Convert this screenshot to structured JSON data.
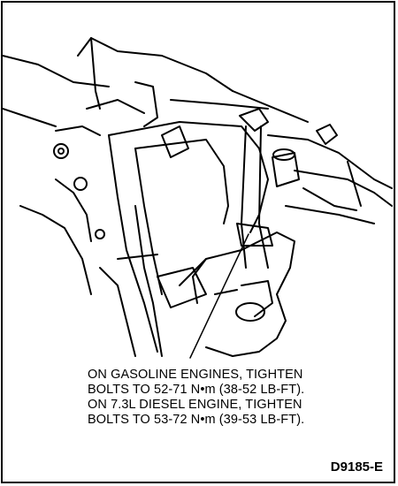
{
  "callout": {
    "line1": "ON GASOLINE ENGINES, TIGHTEN",
    "line2": "BOLTS TO 52-71 N•m (38-52 LB-FT).",
    "line3": "ON 7.3L DIESEL ENGINE, TIGHTEN",
    "line4": "BOLTS TO 53-72 N•m (39-53 LB-FT)."
  },
  "figure_code": "D9185-E"
}
